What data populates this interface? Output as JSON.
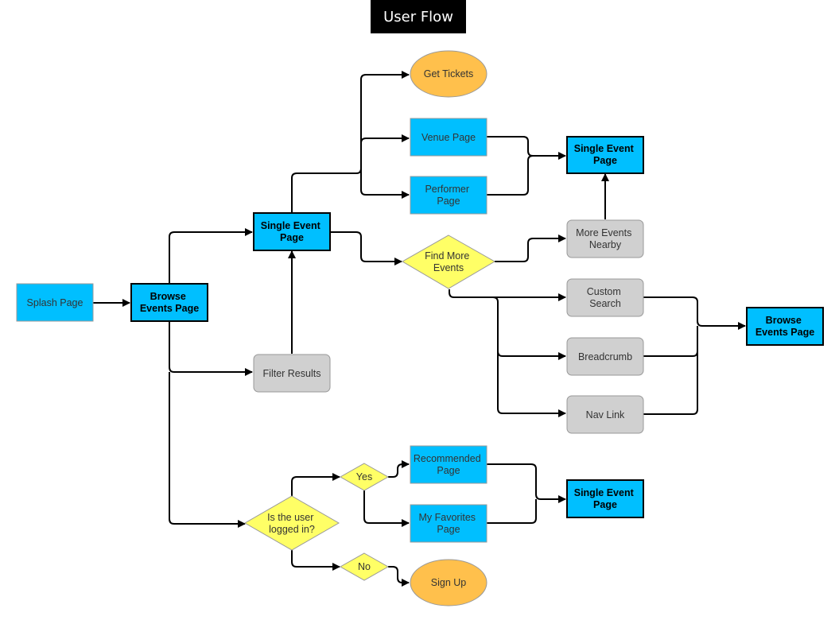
{
  "title": "User Flow",
  "colors": {
    "blue": "#00bfff",
    "gray": "#d0d0d0",
    "yellow": "#ffff66",
    "orange": "#ffc04c",
    "line": "#000000"
  },
  "nodes": {
    "splash_page": {
      "lines": [
        "Splash Page"
      ]
    },
    "browse_events_1": {
      "lines": [
        "Browse",
        "Events Page"
      ]
    },
    "single_event_main": {
      "lines": [
        "Single Event",
        "Page"
      ]
    },
    "filter_results": {
      "lines": [
        "Filter Results"
      ]
    },
    "get_tickets": {
      "lines": [
        "Get Tickets"
      ]
    },
    "venue_page": {
      "lines": [
        "Venue Page"
      ]
    },
    "performer_page": {
      "lines": [
        "Performer",
        "Page"
      ]
    },
    "single_event_right": {
      "lines": [
        "Single Event",
        "Page"
      ]
    },
    "find_more_events": {
      "lines": [
        "Find More",
        "Events"
      ]
    },
    "more_events_nearby": {
      "lines": [
        "More Events",
        "Nearby"
      ]
    },
    "custom_search": {
      "lines": [
        "Custom",
        "Search"
      ]
    },
    "breadcrumb": {
      "lines": [
        "Breadcrumb"
      ]
    },
    "nav_link": {
      "lines": [
        "Nav Link"
      ]
    },
    "browse_events_2": {
      "lines": [
        "Browse",
        "Events Page"
      ]
    },
    "is_logged_in": {
      "lines": [
        "Is the user",
        "logged in?"
      ]
    },
    "yes": {
      "lines": [
        "Yes"
      ]
    },
    "no": {
      "lines": [
        "No"
      ]
    },
    "recommended_page": {
      "lines": [
        "Recommended",
        "Page"
      ]
    },
    "my_favorites_page": {
      "lines": [
        "My Favorites",
        "Page"
      ]
    },
    "single_event_bottom": {
      "lines": [
        "Single Event",
        "Page"
      ]
    },
    "sign_up": {
      "lines": [
        "Sign Up"
      ]
    }
  }
}
